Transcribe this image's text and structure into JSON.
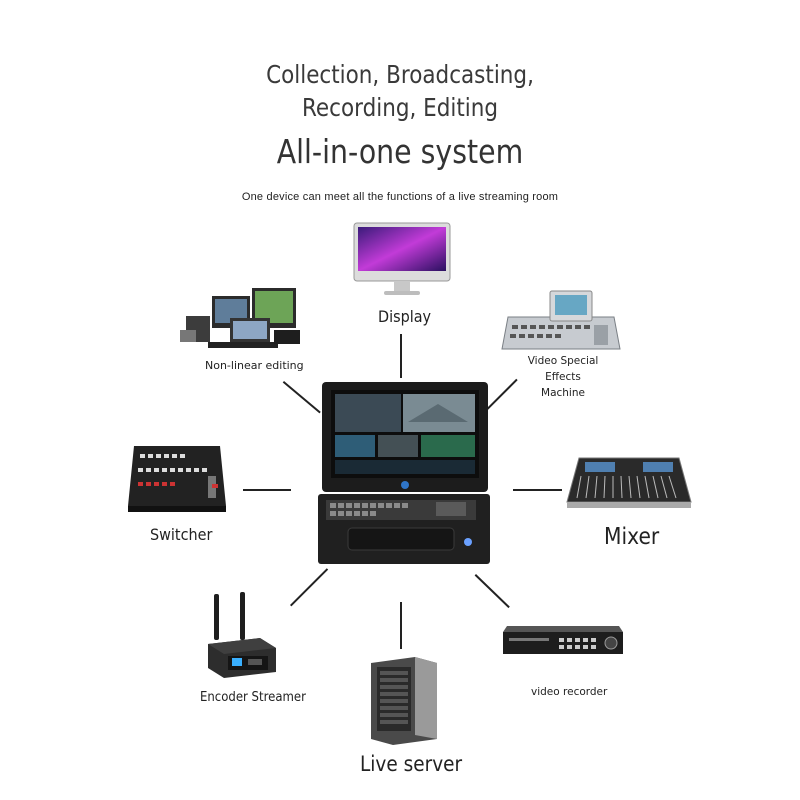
{
  "heading": {
    "line1": "Collection, Broadcasting,",
    "line2": "Recording, Editing",
    "main": "All-in-one system",
    "subtitle": "One device can meet all the functions of a live streaming room"
  },
  "center_device": "portable-broadcast-workstation",
  "peripherals": {
    "display": "Display",
    "nonlinear": "Non-linear editing",
    "effects_line1": "Video Special",
    "effects_line2": "Effects",
    "effects_line3": "Machine",
    "switcher": "Switcher",
    "mixer": "Mixer",
    "encoder": "Encoder Streamer",
    "server": "Live server",
    "recorder": "video recorder"
  }
}
